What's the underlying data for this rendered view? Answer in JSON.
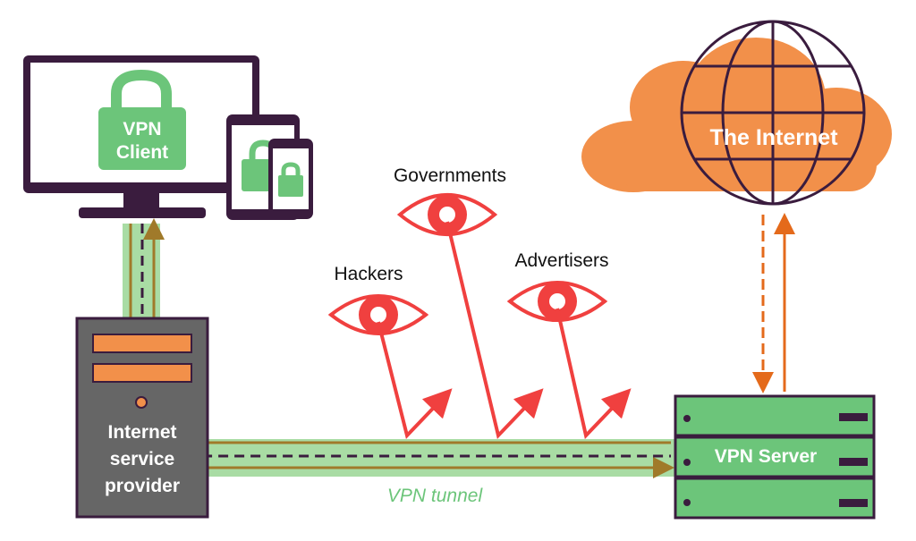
{
  "labels": {
    "vpn_client_line1": "VPN",
    "vpn_client_line2": "Client",
    "internet": "The Internet",
    "isp_line1": "Internet",
    "isp_line2": "service",
    "isp_line3": "provider",
    "vpn_server": "VPN Server",
    "vpn_tunnel": "VPN tunnel",
    "governments": "Governments",
    "hackers": "Hackers",
    "advertisers": "Advertisers"
  },
  "icons": {
    "monitor": "desktop-monitor-icon",
    "tablet": "tablet-icon",
    "phone": "phone-icon",
    "lock": "padlock-icon",
    "cloud": "cloud-icon",
    "globe": "globe-icon",
    "server": "server-rack-icon",
    "eye": "eye-icon"
  },
  "colors": {
    "outline": "#3a1c3e",
    "green": "#6cc57a",
    "tunnel_green": "#a9dca4",
    "orange": "#f2904a",
    "red": "#f0403f",
    "isp_gray": "#666666",
    "arrow_brown": "#a07a2a",
    "internet_arrow": "#e46a1b"
  }
}
